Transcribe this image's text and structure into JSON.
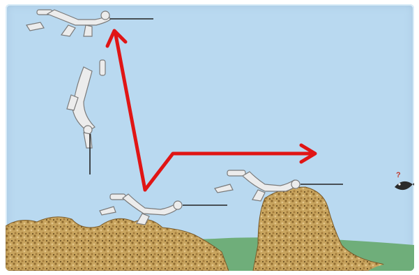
{
  "scene": {
    "annotation_text": "?",
    "colors": {
      "water": "#b9d9f0",
      "reef": "#c4a060",
      "reef_dark": "#8a6a30",
      "seagrass": "#6fae7a",
      "diver_suit": "#e8e8e8",
      "diver_outline": "#7a7a7a",
      "red_arrow": "#e01515",
      "fish": "#2b2b2b"
    },
    "icons": [
      "diver-horizontal-top",
      "diver-vertical-descent",
      "diver-over-reef-left",
      "diver-over-reef-right",
      "fish-icon",
      "red-path-arrow"
    ]
  }
}
